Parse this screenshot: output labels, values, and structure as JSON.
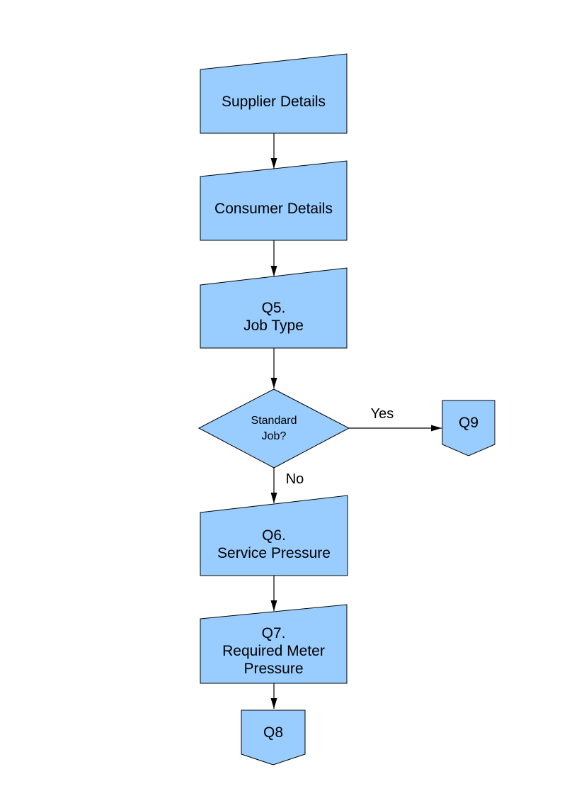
{
  "diagram": {
    "colors": {
      "page_bg": "#FFFFFF",
      "node_fill": "#99CCFF",
      "node_stroke": "#000000",
      "connector": "#000000"
    },
    "nodes": {
      "supplier": {
        "type": "manual-input",
        "lines": [
          "Supplier Details"
        ]
      },
      "consumer": {
        "type": "manual-input",
        "lines": [
          "Consumer Details"
        ]
      },
      "q5": {
        "type": "manual-input",
        "lines": [
          "Q5.",
          "Job Type"
        ]
      },
      "standard_job": {
        "type": "decision",
        "lines": [
          "Standard",
          "Job?"
        ]
      },
      "q9": {
        "type": "off-page-connector",
        "lines": [
          "Q9"
        ]
      },
      "q6": {
        "type": "manual-input",
        "lines": [
          "Q6.",
          "Service Pressure"
        ]
      },
      "q7": {
        "type": "manual-input",
        "lines": [
          "Q7.",
          "Required Meter",
          "Pressure"
        ]
      },
      "q8": {
        "type": "off-page-connector",
        "lines": [
          "Q8"
        ]
      }
    },
    "edge_labels": {
      "yes": "Yes",
      "no": "No"
    }
  }
}
